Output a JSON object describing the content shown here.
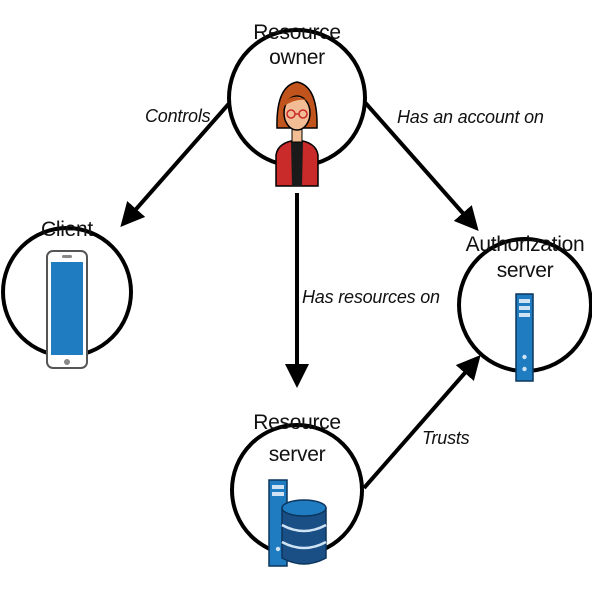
{
  "nodes": {
    "resource_owner": {
      "line1": "Resource",
      "line2": "owner"
    },
    "client": {
      "line1": "Client"
    },
    "authorization_server": {
      "line1": "Authorization",
      "line2": "server"
    },
    "resource_server": {
      "line1": "Resource",
      "line2": "server"
    }
  },
  "edges": {
    "controls": "Controls",
    "has_account_on": "Has an account on",
    "has_resources_on": "Has resources on",
    "trusts": "Trusts"
  },
  "colors": {
    "accent_blue": "#1f7cc1",
    "dark_blue": "#1a4f86",
    "hair": "#c0541c",
    "skin": "#f2bc94",
    "jacket": "#c92a2a",
    "outline": "#000000"
  },
  "icons": {
    "resource_owner": "person-icon",
    "client": "smartphone-icon",
    "authorization_server": "server-tower-icon",
    "resource_server": "database-server-icon"
  }
}
